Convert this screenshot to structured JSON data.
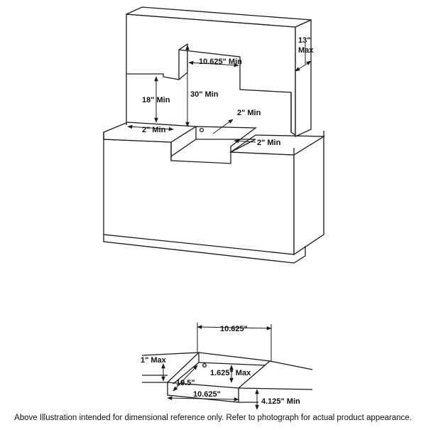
{
  "top_view": {
    "dimensions": {
      "max_13": "13\"",
      "max_word": "Max",
      "width_min": "10.625\" Min",
      "height_30": "30\" Min",
      "height_18": "18\" Min",
      "left_2": "2\" Min",
      "back_2": "2\" Min",
      "right_2": "2\" Min"
    }
  },
  "bottom_view": {
    "dimensions": {
      "top_width": "10.625\"",
      "lip_max": "1\" Max",
      "inset": "1.625\" Max",
      "depth": "19.5\"",
      "bottom_width": "10.625\"",
      "height": "4.125\" Min"
    }
  },
  "caption": "Above Illustration intended for dimensional reference only. Refer to photograph for actual product appearance."
}
